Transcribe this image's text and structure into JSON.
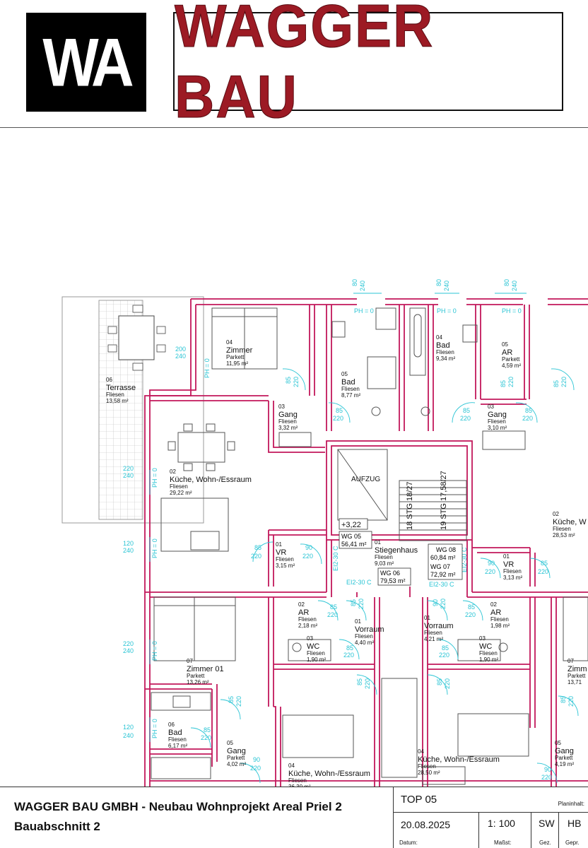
{
  "header": {
    "logo_text": "WA",
    "brand_text": "WAGGER BAU"
  },
  "plan": {
    "rooms": [
      {
        "id": "r1",
        "num": "06",
        "name": "Terrasse",
        "finish": "Fliesen",
        "area": "13,58 m²"
      },
      {
        "id": "r2",
        "num": "04",
        "name": "Zimmer",
        "finish": "Parkett",
        "area": "11,95 m²"
      },
      {
        "id": "r3",
        "num": "05",
        "name": "Bad",
        "finish": "Fliesen",
        "area": "8,77 m²"
      },
      {
        "id": "r4",
        "num": "04",
        "name": "Bad",
        "finish": "Fliesen",
        "area": "9,34 m²"
      },
      {
        "id": "r5",
        "num": "05",
        "name": "AR",
        "finish": "Parkett",
        "area": "4,59 m²"
      },
      {
        "id": "r6",
        "num": "03",
        "name": "Gang",
        "finish": "Fliesen",
        "area": "3,32 m²"
      },
      {
        "id": "r7",
        "num": "03",
        "name": "Gang",
        "finish": "Fliesen",
        "area": "3,10 m²"
      },
      {
        "id": "r8",
        "num": "02",
        "name": "Küche, Wohn-/Essraum",
        "finish": "Fliesen",
        "area": "29,22 m²"
      },
      {
        "id": "r9",
        "num": "02",
        "name": "Küche, W",
        "finish": "Fliesen",
        "area": "28,53 m²"
      },
      {
        "id": "r10",
        "num": "01",
        "name": "VR",
        "finish": "Fliesen",
        "area": "3,15 m²"
      },
      {
        "id": "r11",
        "num": "01",
        "name": "Stiegenhaus",
        "finish": "Fliesen",
        "area": "9,03 m²"
      },
      {
        "id": "r12",
        "num": "01",
        "name": "VR",
        "finish": "Fliesen",
        "area": "3,13 m²"
      },
      {
        "id": "r13",
        "num": "02",
        "name": "AR",
        "finish": "Fliesen",
        "area": "2,18 m²"
      },
      {
        "id": "r14",
        "num": "01",
        "name": "Vorraum",
        "finish": "Fliesen",
        "area": "4,40 m²"
      },
      {
        "id": "r15",
        "num": "01",
        "name": "Vorraum",
        "finish": "Fliesen",
        "area": "4,21 m²"
      },
      {
        "id": "r16",
        "num": "02",
        "name": "AR",
        "finish": "Fliesen",
        "area": "1,98 m²"
      },
      {
        "id": "r17",
        "num": "03",
        "name": "WC",
        "finish": "Fliesen",
        "area": "1,90 m²"
      },
      {
        "id": "r18",
        "num": "03",
        "name": "WC",
        "finish": "Fliesen",
        "area": "1,90 m²"
      },
      {
        "id": "r19",
        "num": "07",
        "name": "Zimmer 01",
        "finish": "Parkett",
        "area": "13,26 m²"
      },
      {
        "id": "r20",
        "num": "07",
        "name": "Zimm",
        "finish": "Parkett",
        "area": "13,71"
      },
      {
        "id": "r21",
        "num": "06",
        "name": "Bad",
        "finish": "Fliesen",
        "area": "6,17 m²"
      },
      {
        "id": "r22",
        "num": "05",
        "name": "Gang",
        "finish": "Parkett",
        "area": "4,02 m²"
      },
      {
        "id": "r23",
        "num": "05",
        "name": "Gang",
        "finish": "Parkett",
        "area": "4,19 m²"
      },
      {
        "id": "r24",
        "num": "04",
        "name": "Küche, Wohn-/Essraum",
        "finish": "Fliesen",
        "area": "36,30 m²"
      },
      {
        "id": "r25",
        "num": "04",
        "name": "Küche, Wohn-/Essraum",
        "finish": "Fliesen",
        "area": "28,50 m²"
      }
    ],
    "aufzug": "AUFZUG",
    "level": "+3,22",
    "stairs": [
      "18 STG 18/27",
      "19 STG 17,58/27"
    ],
    "units": [
      {
        "id": "u1",
        "name": "WG 05",
        "area": "56,41 m²"
      },
      {
        "id": "u2",
        "name": "WG 06",
        "area": "79,53 m²"
      },
      {
        "id": "u3",
        "name": "WG 08",
        "area": "60,84 m²"
      },
      {
        "id": "u4",
        "name": "WG 07",
        "area": "72,92 m²"
      }
    ],
    "door_tags": [
      "EI2-30 C"
    ],
    "ph": "PH = 0",
    "dims": [
      "80",
      "240",
      "85",
      "220",
      "90",
      "120",
      "200",
      "240"
    ]
  },
  "footer": {
    "project": "WAGGER BAU GMBH - Neubau Wohnprojekt Areal Priel 2",
    "section": "Bauabschnitt  2",
    "top": "TOP 05",
    "planinhalt_label": "Planinhalt:",
    "date": "20.08.2025",
    "scale": "1: 100",
    "drawn_by": "SW",
    "checked_by": "HB",
    "labels": {
      "datum": "Datum:",
      "massstab": "Maßst:",
      "gez": "Gez.",
      "gepr": "Gepr."
    }
  }
}
